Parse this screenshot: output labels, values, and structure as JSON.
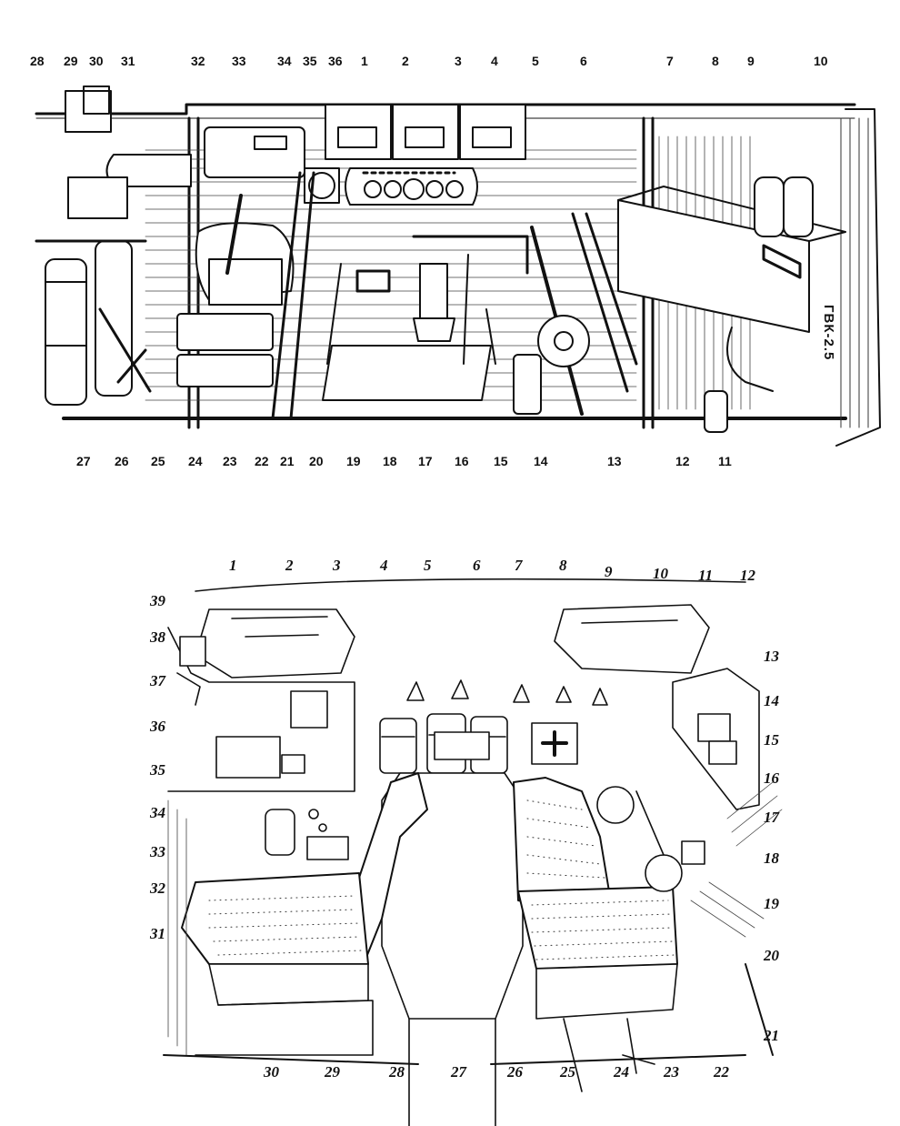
{
  "figure_top": {
    "labels_top": [
      "28",
      "29",
      "30",
      "31",
      "32",
      "33",
      "34",
      "35",
      "36",
      "1",
      "2",
      "3",
      "4",
      "5",
      "6",
      "7",
      "8",
      "9",
      "10"
    ],
    "labels_bottom": [
      "27",
      "26",
      "25",
      "24",
      "23",
      "22",
      "21",
      "20",
      "19",
      "18",
      "17",
      "16",
      "15",
      "14",
      "13",
      "12",
      "11"
    ],
    "stencil_text": "ГВК-2.5"
  },
  "figure_bottom": {
    "labels_top": [
      "1",
      "2",
      "3",
      "4",
      "5",
      "6",
      "7",
      "8",
      "9",
      "10",
      "11",
      "12"
    ],
    "labels_left": [
      "39",
      "38",
      "37",
      "36",
      "35",
      "34",
      "33",
      "32",
      "31"
    ],
    "labels_right": [
      "13",
      "14",
      "15",
      "16",
      "17",
      "18",
      "19",
      "20",
      "21"
    ],
    "labels_bottom": [
      "30",
      "29",
      "28",
      "27",
      "26",
      "25",
      "24",
      "23",
      "22"
    ]
  }
}
